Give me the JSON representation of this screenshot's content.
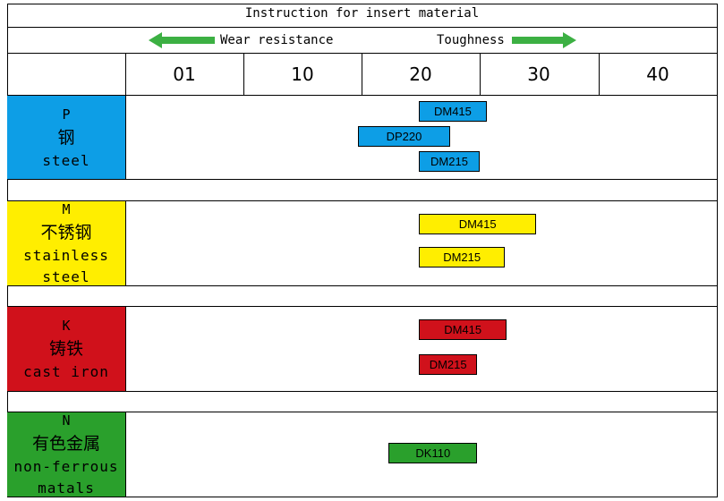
{
  "title": "Instruction for insert material",
  "legend": {
    "left_label": "Wear resistance",
    "right_label": "Toughness",
    "arrow_color": "#3cb043"
  },
  "grades": [
    "01",
    "10",
    "20",
    "30",
    "40"
  ],
  "categories": [
    {
      "id": "p",
      "code": "P",
      "name_cn": "钢",
      "name_en": [
        "steel"
      ],
      "color": "#0d9ee6",
      "bars": [
        {
          "label": "DM415",
          "from": 20,
          "to": 31.5
        },
        {
          "label": "DP220",
          "from": 9.7,
          "to": 25.3
        },
        {
          "label": "DM215",
          "from": 20,
          "to": 30.3
        }
      ]
    },
    {
      "id": "m",
      "code": "M",
      "name_cn": "不锈钢",
      "name_en": [
        "stainless",
        "steel"
      ],
      "color": "#ffee00",
      "bars": [
        {
          "label": "DM415",
          "from": 20,
          "to": 39.9
        },
        {
          "label": "DM215",
          "from": 20,
          "to": 34.6
        }
      ]
    },
    {
      "id": "k",
      "code": "K",
      "name_cn": "铸铁",
      "name_en": [
        "cast iron"
      ],
      "color": "#d0111b",
      "bars": [
        {
          "label": "DM415",
          "from": 20,
          "to": 34.9
        },
        {
          "label": "DM215",
          "from": 20,
          "to": 29.9
        }
      ]
    },
    {
      "id": "n",
      "code": "N",
      "name_cn": "有色金属",
      "name_en": [
        "non-ferrous",
        "matals"
      ],
      "color": "#2aa02c",
      "bars": [
        {
          "label": "DK110",
          "from": 14.9,
          "to": 29.9
        }
      ]
    }
  ]
}
